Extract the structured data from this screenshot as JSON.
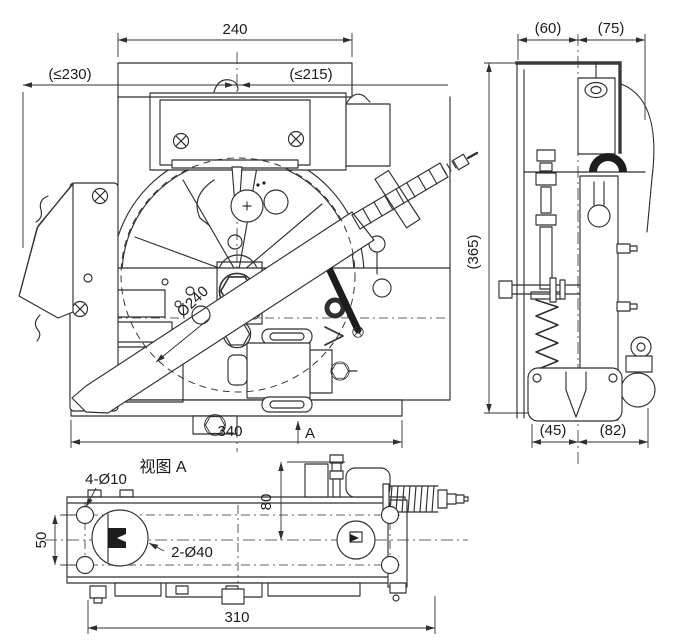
{
  "colors": {
    "line": "#2f2f2f",
    "background": "#ffffff"
  },
  "front_view": {
    "dim_top_width": "240",
    "dim_left_max": "(≤230)",
    "dim_right_max": "(≤215)",
    "label_sheave_dia": "Ø240",
    "dim_bottom_width": "340",
    "view_direction_label": "A"
  },
  "side_view": {
    "dim_top_left": "(60)",
    "dim_top_right": "(75)",
    "dim_height": "(365)",
    "dim_bottom_left": "(45)",
    "dim_bottom_right": "(82)"
  },
  "bottom_view": {
    "view_title": "视图 A",
    "label_small_holes": "4-Ø10",
    "dim_height_80": "80",
    "dim_hole_spacing_50": "50",
    "label_large_holes": "2-Ø40",
    "dim_width_310": "310"
  }
}
